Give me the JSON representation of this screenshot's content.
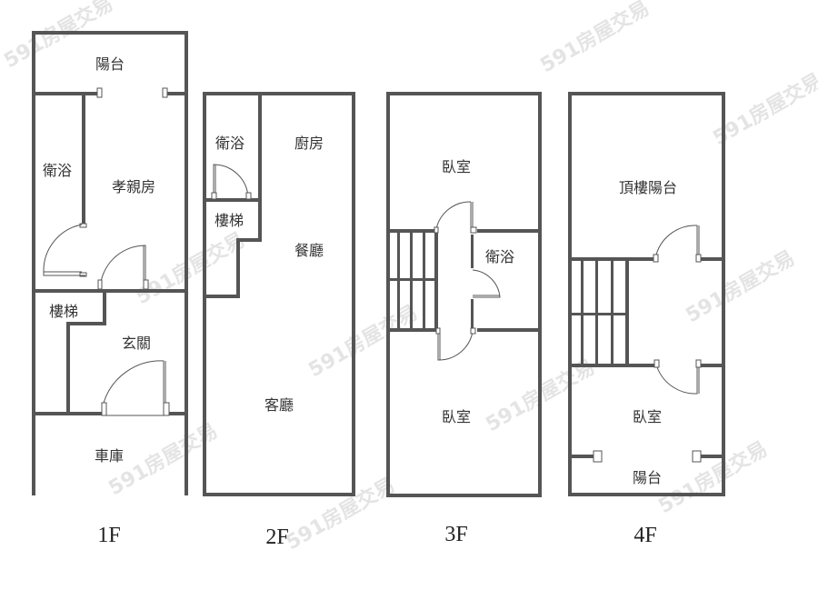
{
  "watermark": "591房屋交易",
  "floors": [
    {
      "label": "1F",
      "rooms": [
        "陽台",
        "衛浴",
        "孝親房",
        "樓梯",
        "玄關",
        "車庫"
      ]
    },
    {
      "label": "2F",
      "rooms": [
        "衛浴",
        "廚房",
        "樓梯",
        "餐廳",
        "客廳"
      ]
    },
    {
      "label": "3F",
      "rooms": [
        "臥室",
        "衛浴",
        "臥室"
      ]
    },
    {
      "label": "4F",
      "rooms": [
        "頂樓陽台",
        "臥室",
        "陽台"
      ]
    }
  ],
  "colors": {
    "wall": "#555555",
    "text": "#333333",
    "background": "#ffffff"
  }
}
